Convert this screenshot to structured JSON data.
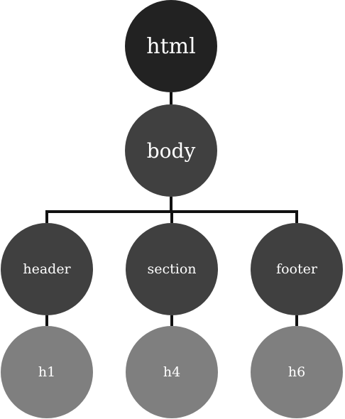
{
  "colors": {
    "root": "#222222",
    "level": "#404040",
    "leaf": "#7f7f7f",
    "connector": "#111111"
  },
  "nodes": {
    "html": {
      "label": "html"
    },
    "body": {
      "label": "body"
    },
    "header": {
      "label": "header"
    },
    "section": {
      "label": "section"
    },
    "footer": {
      "label": "footer"
    },
    "h1": {
      "label": "h1"
    },
    "h4": {
      "label": "h4"
    },
    "h6": {
      "label": "h6"
    }
  },
  "edges": [
    {
      "from": "html",
      "to": "body"
    },
    {
      "from": "body",
      "to": "header"
    },
    {
      "from": "body",
      "to": "section"
    },
    {
      "from": "body",
      "to": "footer"
    },
    {
      "from": "header",
      "to": "h1"
    },
    {
      "from": "section",
      "to": "h4"
    },
    {
      "from": "footer",
      "to": "h6"
    }
  ]
}
